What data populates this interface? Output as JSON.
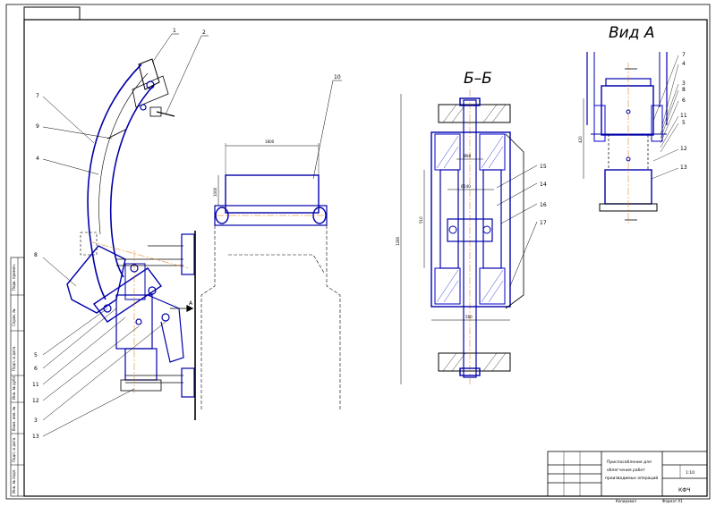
{
  "views": {
    "section_title": "Б–Б",
    "view_title": "Вид А",
    "arrow_a": "А"
  },
  "part_callouts": {
    "main_view": [
      "1",
      "2",
      "7",
      "9",
      "4",
      "8",
      "5",
      "6",
      "11",
      "12",
      "3",
      "13"
    ],
    "section_bb": [
      "15",
      "14",
      "16",
      "17"
    ],
    "view_a": [
      "7",
      "4",
      "3",
      "8",
      "6",
      "11",
      "5",
      "12",
      "13"
    ],
    "top_right_view": [
      "10"
    ]
  },
  "dimensions": {
    "main_width": "1800",
    "main_height": "1000",
    "bb_d1": "Ø80",
    "bb_d2": "Ø140",
    "bb_height": "510",
    "bb_overall": "1280",
    "bb_bottom": "560",
    "va_height": "420"
  },
  "title_block": {
    "name_line1": "Приспособление для",
    "name_line2": "облегчения работ",
    "name_line3": "производимых операций",
    "scale": "1:10",
    "code": "КФЧ",
    "bottom_left": "Копировал",
    "bottom_right": "Формат А1"
  },
  "sidebar": {
    "items": [
      "Перв. примен.",
      "Справ. №",
      "Подп. и дата",
      "Инв. № дубл.",
      "Взам. инв. №",
      "Подп. и дата",
      "Инв. № подл."
    ]
  },
  "colors": {
    "line": "#000000",
    "part_lines": "#0000aa",
    "center_lines": "#e07000",
    "hatch": "#0000cc"
  }
}
